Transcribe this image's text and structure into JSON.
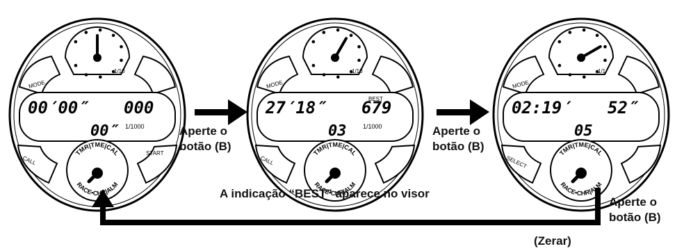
{
  "watches": [
    {
      "dial_scale": "1/10",
      "mode_label": "MODE",
      "left_button": "CALL",
      "right_button": "START",
      "best_label": "",
      "display_main": "00′00″",
      "display_right": "000",
      "display_bottom": "00″",
      "display_sub": "1/1000",
      "ring_top": "TMR|TME|CAL",
      "ring_bottom": "RACE•CHR|ALM"
    },
    {
      "dial_scale": "1/10",
      "mode_label": "MODE",
      "left_button": "CALL",
      "right_button": "",
      "best_label": "BEST",
      "display_main": "27′18″",
      "display_right": "679",
      "display_bottom": "03",
      "display_sub": "1/1000",
      "ring_top": "TMR|TME|CAL",
      "ring_bottom": "RACE•CHR|ALM"
    },
    {
      "dial_scale": "1/1",
      "mode_label": "MODE",
      "left_button": "SELECT",
      "right_button": "",
      "best_label": "",
      "display_main": "02:19′",
      "display_right": "52″",
      "display_bottom": "05",
      "display_sub": "",
      "ring_top": "TMR|TME|CAL",
      "ring_bottom": "RACE•CHR|ALM"
    }
  ],
  "notes": {
    "press_1": [
      "Aperte o",
      "botão (B)"
    ],
    "press_2": [
      "Aperte o",
      "botão (B)"
    ],
    "press_3": [
      "Aperte o",
      "botão (B)"
    ],
    "best_caption": "A indicação “BEST” aparece no visor",
    "reset": "(Zerar)"
  }
}
